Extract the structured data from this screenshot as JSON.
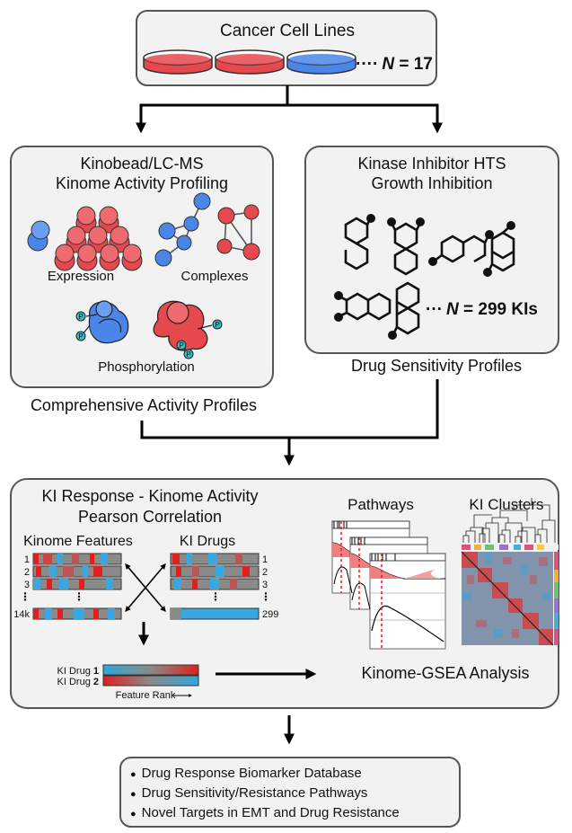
{
  "top": {
    "title": "Cancer Cell Lines",
    "count_prefix": "····",
    "count_var": "N",
    "count_rest": " = 17",
    "colors": {
      "red": "#e5484d",
      "blue": "#4a86e8"
    }
  },
  "kinobead": {
    "title_line1": "Kinobead/LC-MS",
    "title_line2": "Kinome Activity Profiling",
    "expression": "Expression",
    "complexes": "Complexes",
    "phosphorylation": "Phosphorylation",
    "phospho_mark": "P",
    "caption": "Comprehensive Activity Profiles"
  },
  "hts": {
    "title_line1": "Kinase Inhibitor HTS",
    "title_line2": "Growth Inhibition",
    "count_prefix": "···",
    "count_var": "N",
    "count_rest": " = 299 KIs",
    "caption": "Drug Sensitivity Profiles"
  },
  "analysis": {
    "title_line1": "KI Response - Kinome Activity",
    "title_line2": "Pearson Correlation",
    "features_label": "Kinome Features",
    "drugs_label": "KI Drugs",
    "feature_rows": [
      "1",
      "2",
      "3",
      "14k"
    ],
    "drug_rows": [
      "1",
      "2",
      "3",
      "299"
    ],
    "ki_drug1_prefix": "KI Drug ",
    "ki_drug1_num": "1",
    "ki_drug2_prefix": "KI Drug ",
    "ki_drug2_num": "2",
    "feature_rank": "Feature Rank",
    "pathways_label": "Pathways",
    "clusters_label": "KI Clusters",
    "gsea_label": "Kinome-GSEA Analysis"
  },
  "outcomes": {
    "bullet": "●",
    "items": [
      "Drug Response Biomarker Database",
      "Drug Sensitivity/Resistance Pathways",
      "Novel Targets in EMT and Drug Resistance"
    ]
  }
}
